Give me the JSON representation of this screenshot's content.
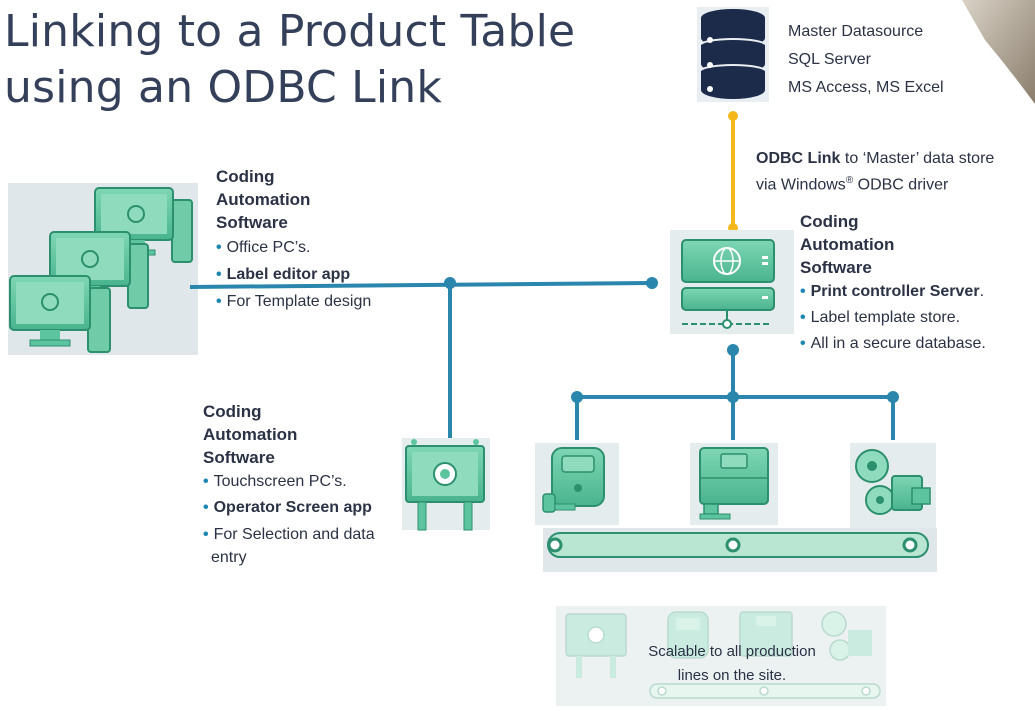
{
  "title": {
    "line1": "Linking to a Product Table",
    "line2": "using an ODBC Link"
  },
  "datasource": {
    "lines": [
      "Master Datasource",
      "SQL Server",
      "MS Access, MS Excel"
    ]
  },
  "odbc_link": {
    "bold": "ODBC Link",
    "rest1": " to ‘Master’ data store",
    "line2_a": "via Windows",
    "reg": "®",
    "line2_b": " ODBC driver"
  },
  "office_block": {
    "heading": [
      "Coding",
      "Automation",
      "Software"
    ],
    "items": [
      {
        "text": "Office PC’s.",
        "bold": false
      },
      {
        "text": "Label editor app",
        "bold": true
      },
      {
        "text": "For Template design",
        "bold": false
      }
    ]
  },
  "server_block": {
    "heading": [
      "Coding",
      "Automation",
      "Software"
    ],
    "items": [
      {
        "text": "Print controller Server",
        "bold": true,
        "suffix": "."
      },
      {
        "text": "Label template store.",
        "bold": false,
        "suffix": ""
      },
      {
        "text": "All in a secure database.",
        "bold": false,
        "suffix": ""
      }
    ]
  },
  "operator_block": {
    "heading": [
      "Coding",
      "Automation",
      "Software"
    ],
    "items": [
      {
        "text": "Touchscreen PC’s.",
        "bold": false
      },
      {
        "text": "Operator Screen app",
        "bold": true
      },
      {
        "text": "For Selection and data",
        "bold": false
      },
      {
        "text": "entry",
        "bold": false,
        "nodot": true
      }
    ]
  },
  "scalable": {
    "line1": "Scalable to all production",
    "line2": "lines on the site."
  },
  "colors": {
    "line_blue": "#2a86ad",
    "link_yellow": "#f5b81c",
    "db_navy": "#1d2b4a",
    "device_green": "#5cc5a0",
    "device_dark": "#2c8f6e",
    "bullet_blue": "#1e86b4"
  },
  "icons": [
    "database-icon",
    "monitor-icon",
    "server-icon",
    "touchscreen-icon",
    "printer-icon",
    "coder-icon",
    "labeller-icon",
    "conveyor-icon"
  ]
}
